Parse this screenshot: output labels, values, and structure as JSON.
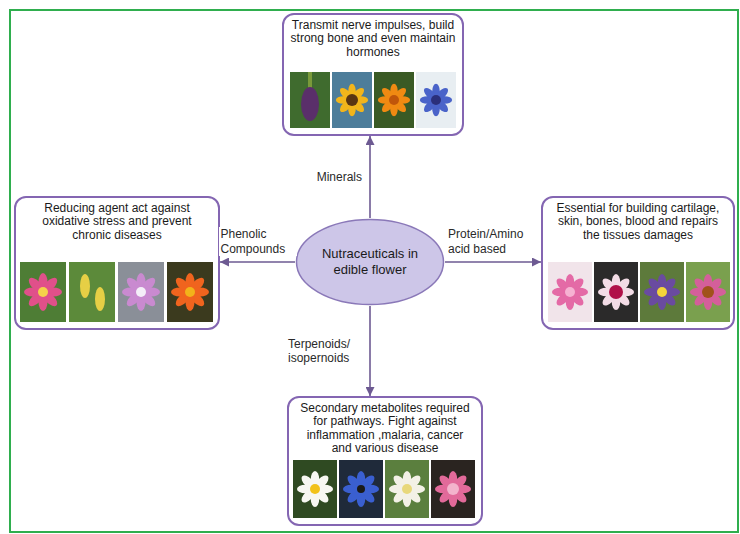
{
  "diagram": {
    "nodes": [
      {
        "text": [
          "Transmit nerve impulses, build strong bone and even maintain hormones"
        ]
      },
      {
        "text": [
          "Reducing agent act against oxidative stress and prevent chronic diseases"
        ]
      },
      {
        "text": [
          "Nutraceuticals in edible flower"
        ]
      },
      {
        "text": [
          "Essential for building cartilage, skin, bones, blood and repairs the tissues damages"
        ]
      },
      {
        "text": [
          "Secondary metabolites required for pathways. Fight against inflammation ,malaria, cancer and various disease"
        ]
      }
    ],
    "edges": [
      {
        "from": 2,
        "to": 0,
        "label": "Minerals",
        "arrow": "to"
      },
      {
        "from": 2,
        "to": 1,
        "label": "Phenolic Compounds",
        "arrow": "to"
      },
      {
        "from": 2,
        "to": 3,
        "label": "Protein/Amino acid based",
        "arrow": "to"
      },
      {
        "from": 2,
        "to": 4,
        "label": "Terpenoids/ isopernoids",
        "arrow": "to"
      }
    ]
  }
}
